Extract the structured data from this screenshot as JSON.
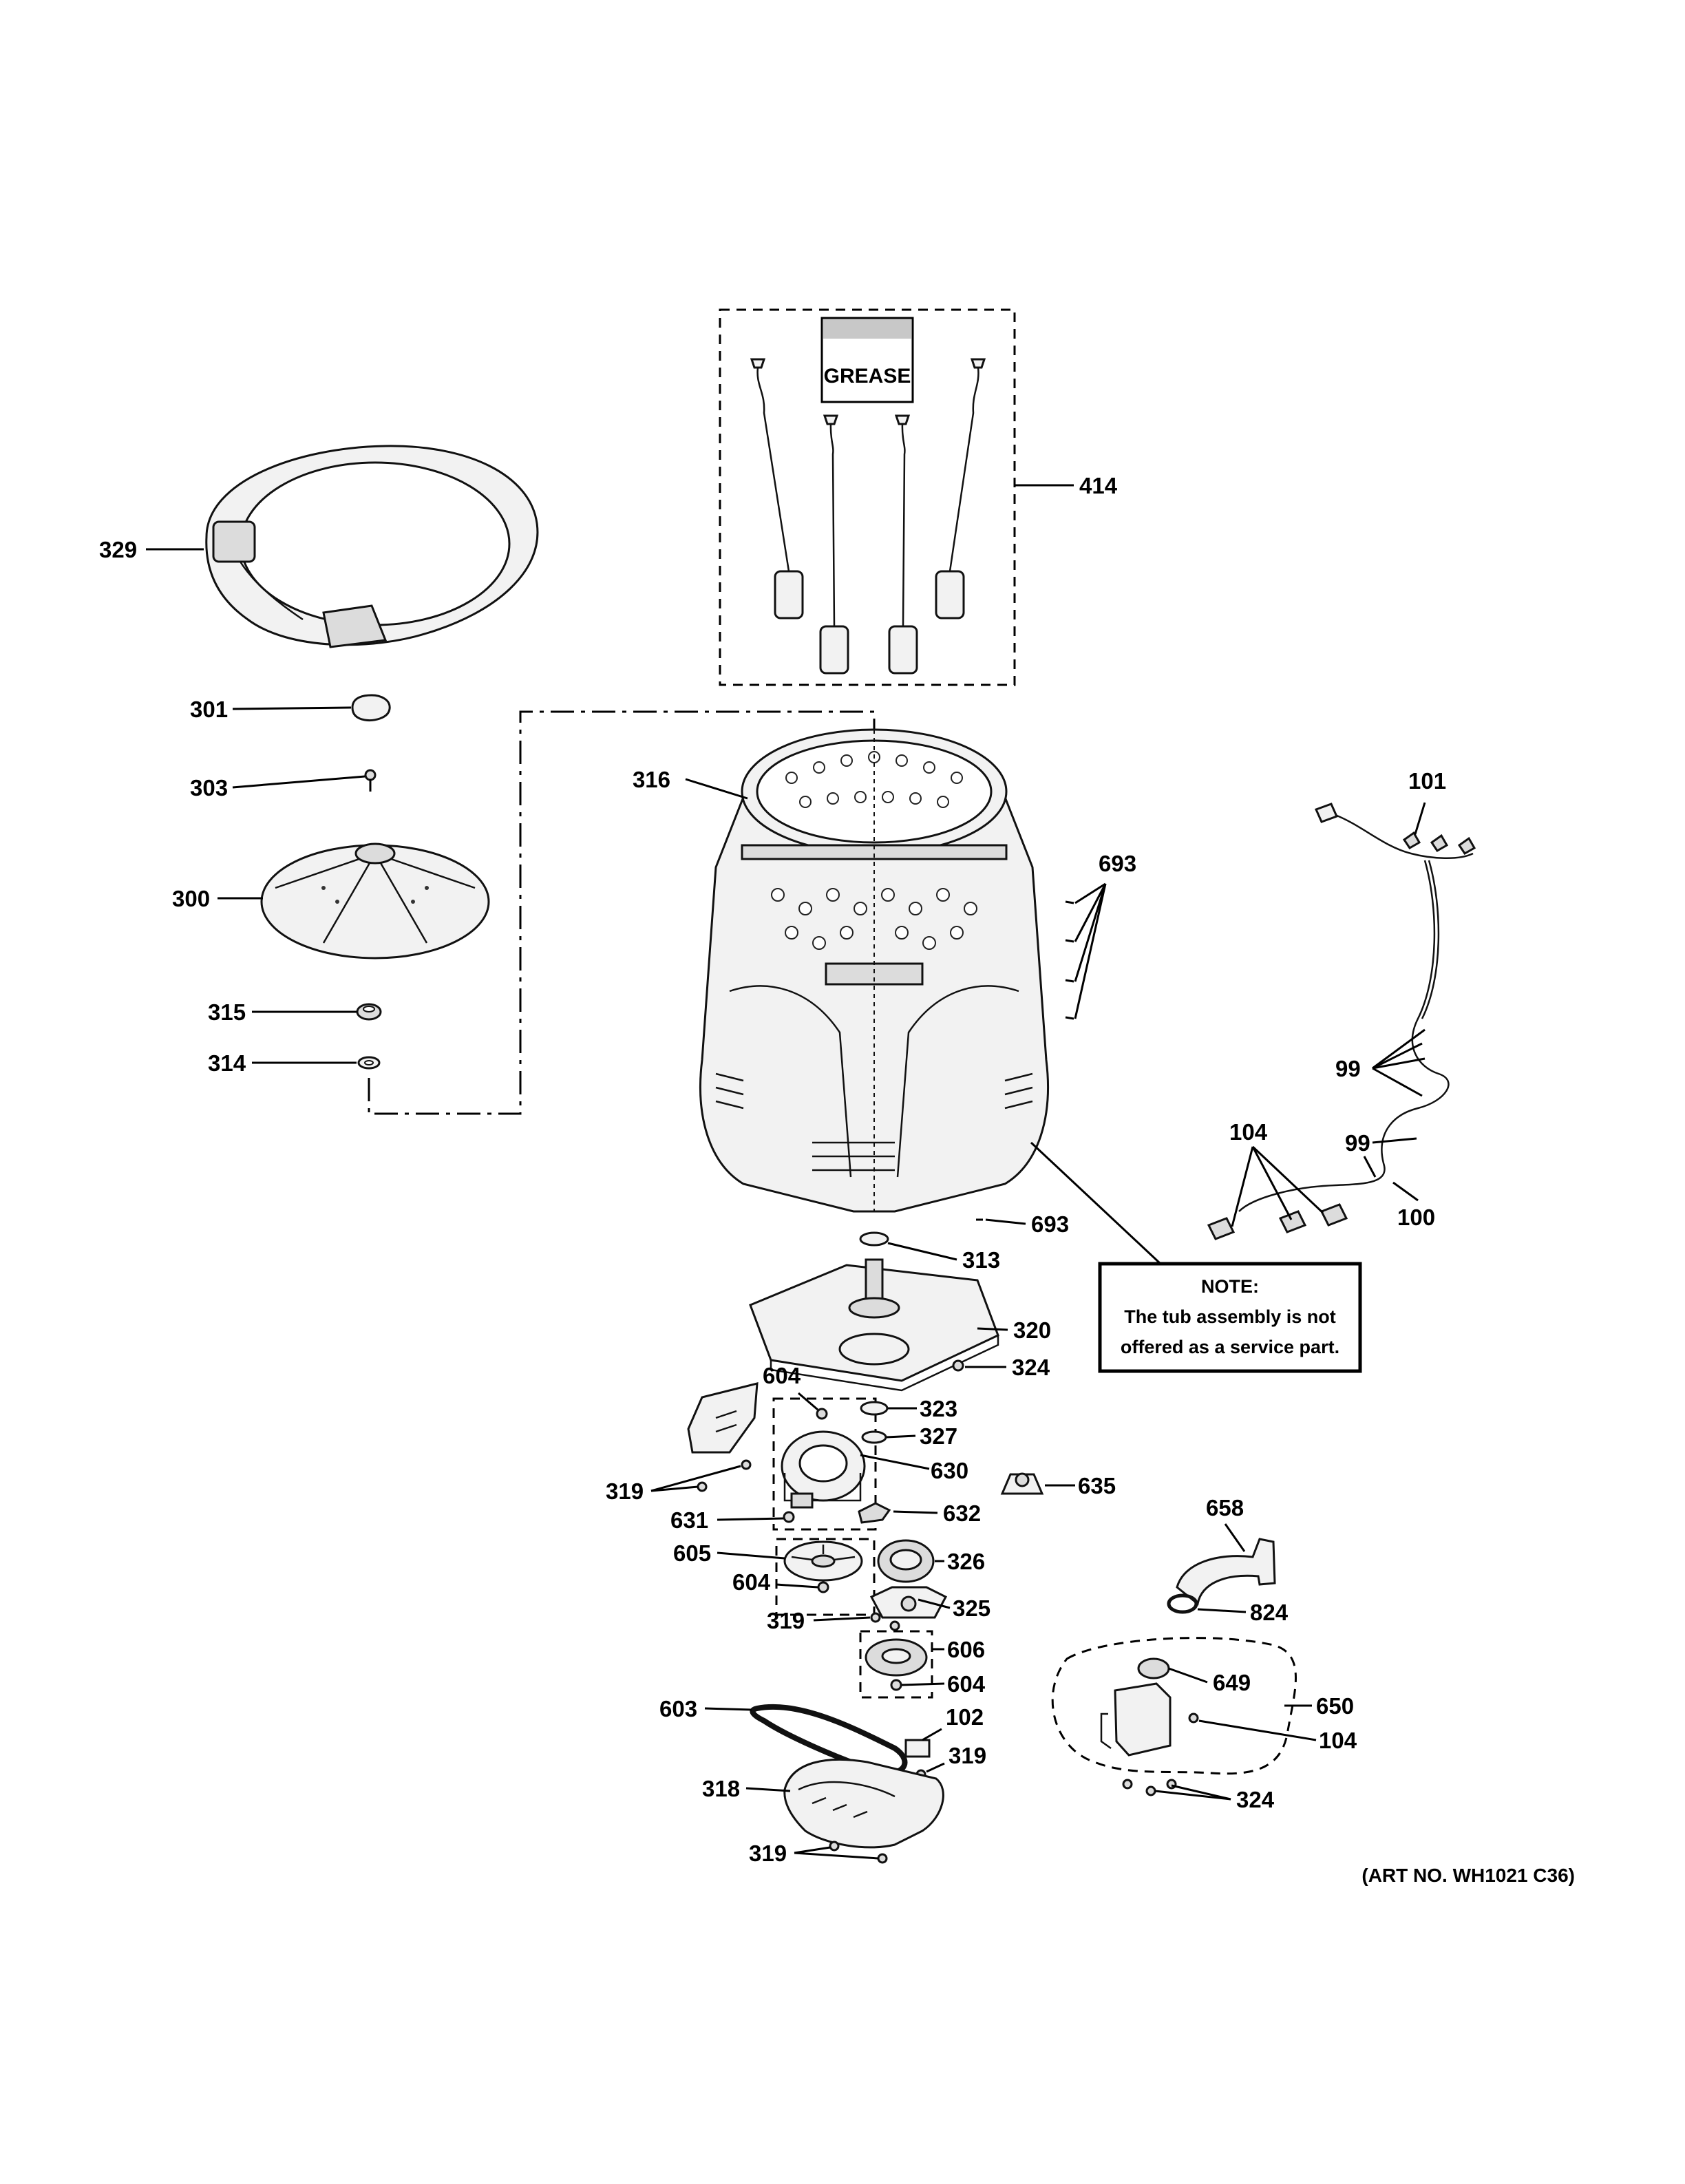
{
  "diagram": {
    "grease_label": "GREASE",
    "note": {
      "title": "NOTE:",
      "line1": "The tub assembly is not",
      "line2": "offered as a service part."
    },
    "art_number": "(ART NO. WH1021 C36)",
    "callouts": {
      "c329": "329",
      "c414": "414",
      "c301": "301",
      "c303": "303",
      "c300": "300",
      "c315": "315",
      "c314": "314",
      "c316": "316",
      "c693a": "693",
      "c693b": "693",
      "c101": "101",
      "c99a": "99",
      "c99b": "99",
      "c104a": "104",
      "c100": "100",
      "c313": "313",
      "c320": "320",
      "c324a": "324",
      "c604a": "604",
      "c323": "323",
      "c327": "327",
      "c630": "630",
      "c635": "635",
      "c319a": "319",
      "c631": "631",
      "c632": "632",
      "c658": "658",
      "c605": "605",
      "c326": "326",
      "c604b": "604",
      "c325": "325",
      "c319b": "319",
      "c824": "824",
      "c606": "606",
      "c604c": "604",
      "c649": "649",
      "c650": "650",
      "c603": "603",
      "c102": "102",
      "c104b": "104",
      "c319c": "319",
      "c318": "318",
      "c324b": "324",
      "c319d": "319"
    }
  }
}
